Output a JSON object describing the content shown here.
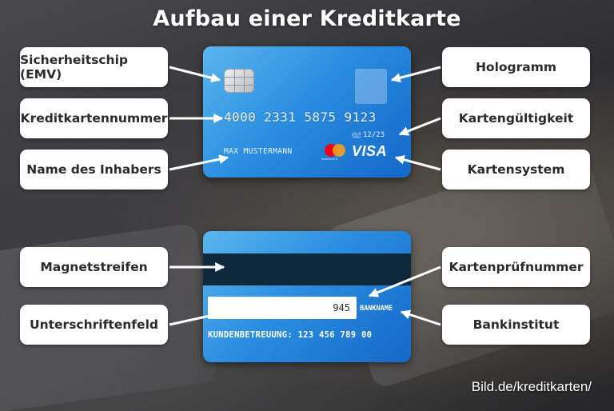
{
  "title": "Aufbau einer Kreditkarte",
  "labels": {
    "chip": "Sicherheitschip (EMV)",
    "number": "Kreditkartennummer",
    "holder": "Name des Inhabers",
    "hologram": "Hologramm",
    "validity": "Kartengültigkeit",
    "system": "Kartensystem",
    "magstripe": "Magnetstreifen",
    "signature": "Unterschriftenfeld",
    "cvv": "Kartenprüfnummer",
    "bank": "Bankinstitut"
  },
  "front": {
    "number": "4000  2331  5875  9123",
    "valid_caption": "VALID THRU",
    "expiry": "12/23",
    "holder_name": "MAX MUSTERMANN",
    "mastercard_caption": "mastercard",
    "visa": "VISA"
  },
  "back": {
    "cvv": "945",
    "bank_name": "BANKNAME",
    "service_line": "KUNDENBETREUUNG:  123 456 789 00"
  },
  "source": "Bild.de/kreditkarten/",
  "colors": {
    "card_blue": "#2a8ee0",
    "stripe": "#0f2a3d",
    "label_bg": "#ffffff",
    "mc_red": "#eb001b",
    "mc_orange": "#f79e1b"
  }
}
